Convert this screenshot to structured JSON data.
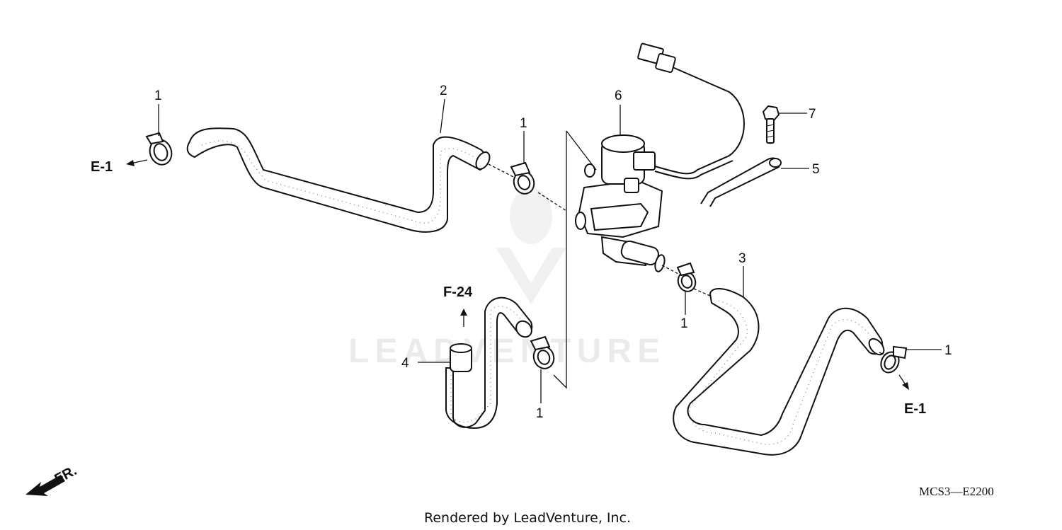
{
  "callouts": {
    "c1_topleft": "1",
    "c2": "2",
    "c1_mid": "1",
    "c6": "6",
    "c7": "7",
    "c5": "5",
    "c3": "3",
    "c1_right_lower": "1",
    "c1_far_right": "1",
    "c4": "4",
    "c1_bottom": "1"
  },
  "refs": {
    "e1_left": "E-1",
    "e1_right": "E-1",
    "f24": "F-24"
  },
  "direction_label": "FR.",
  "diagram_code": "MCS3—E2200",
  "credit": "Rendered by LeadVenture, Inc.",
  "watermark": "LEADVENTURE"
}
